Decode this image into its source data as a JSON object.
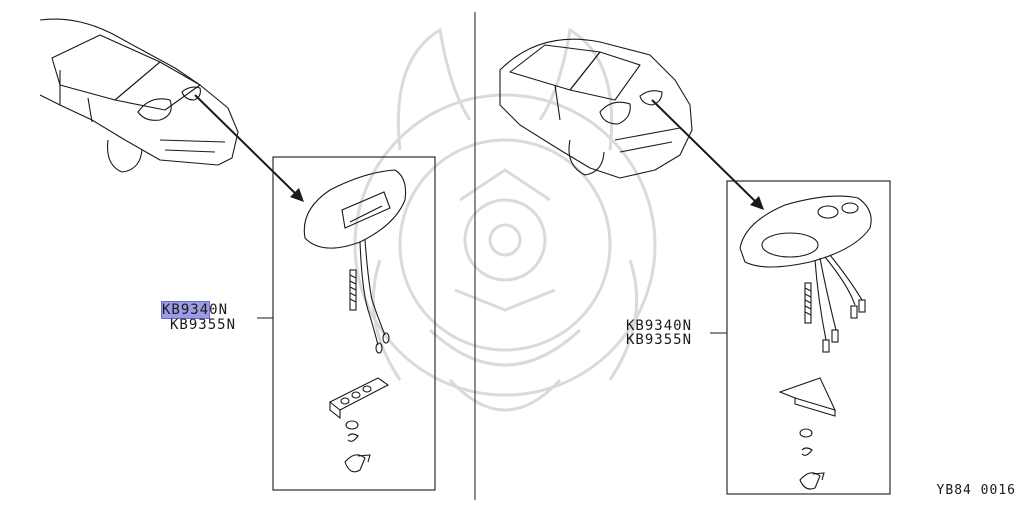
{
  "left_panel": {
    "part_numbers": [
      "KB9340N",
      "KB9355N"
    ],
    "highlight_prefix": "KB934",
    "highlight_suffix": "0N"
  },
  "right_panel": {
    "part_numbers": [
      "KB9340N",
      "KB9355N"
    ]
  },
  "figure_code": "YB84 0016",
  "colors": {
    "line": "#1a1a1a",
    "watermark": "#d9d9d9",
    "highlight": "#9b9be6"
  }
}
